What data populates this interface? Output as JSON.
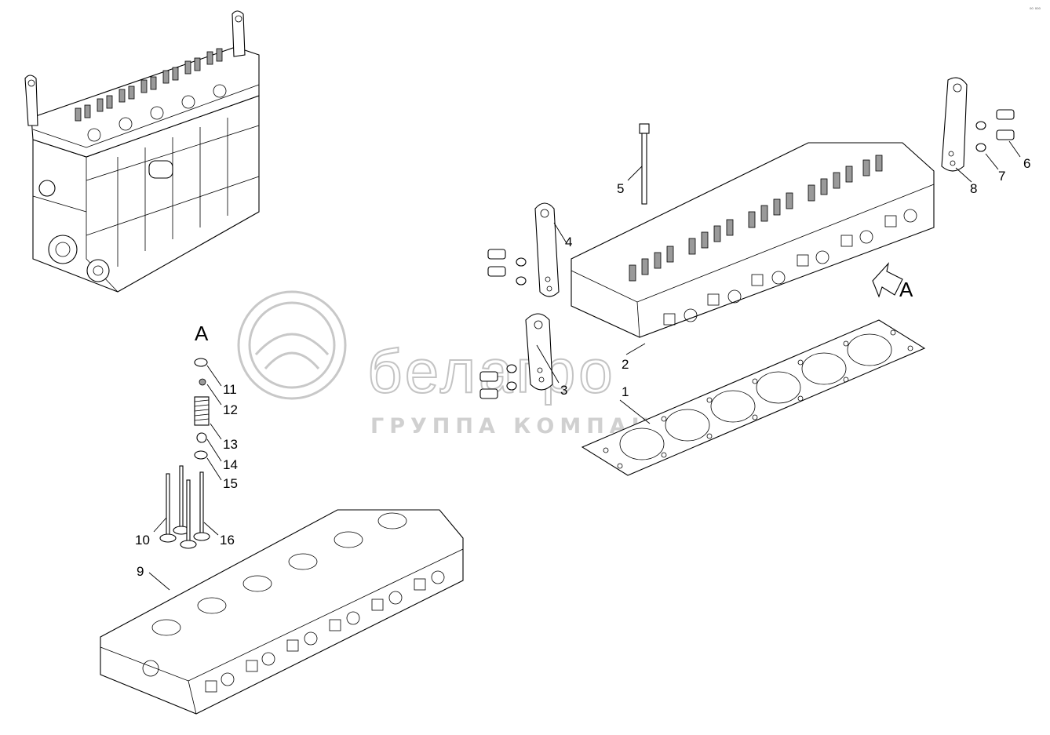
{
  "view_label": "A",
  "view_arrow_label": "A",
  "corner_mark": "₀₀ ₀₀₀",
  "watermark": {
    "brand": "белагро",
    "tagline": "ГРУППА КОМПАНИЙ"
  },
  "callouts": [
    "1",
    "2",
    "3",
    "4",
    "5",
    "6",
    "7",
    "8",
    "9",
    "10",
    "11",
    "12",
    "13",
    "14",
    "15",
    "16"
  ]
}
